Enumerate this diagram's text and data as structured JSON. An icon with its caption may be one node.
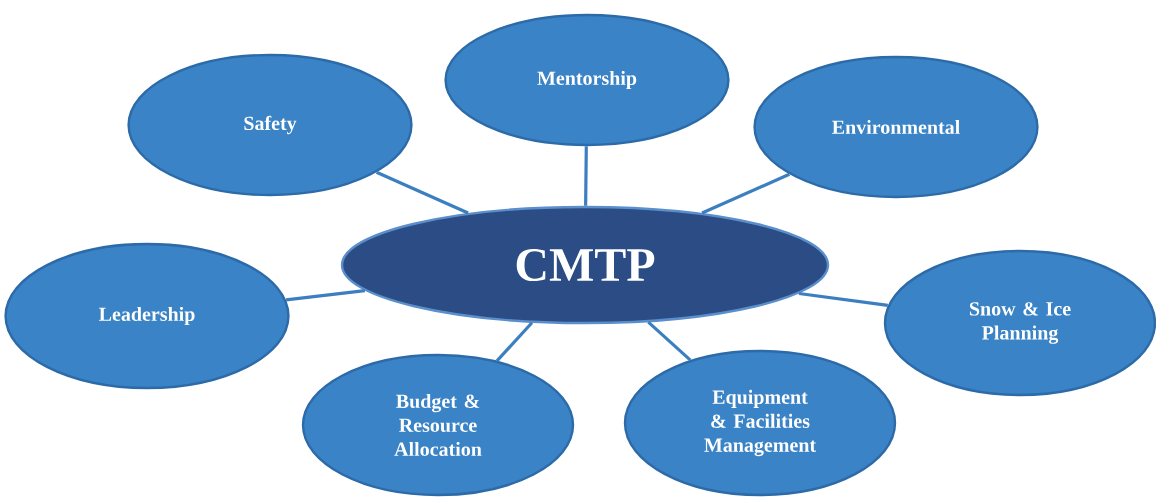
{
  "diagram": {
    "nodes": [
      {
        "text": [
          "CMTP"
        ]
      },
      {
        "text": [
          "Safety"
        ]
      },
      {
        "text": [
          "Mentorship"
        ]
      },
      {
        "text": [
          "Environmental"
        ]
      },
      {
        "text": [
          "Leadership"
        ]
      },
      {
        "text": [
          "Snow & Ice Planning"
        ]
      },
      {
        "text": [
          "Budget & Resource Allocation"
        ]
      },
      {
        "text": [
          "Equipment & Facilities Management"
        ]
      }
    ],
    "edges": [
      {
        "from": 0,
        "to": 1,
        "arrow": "none"
      },
      {
        "from": 0,
        "to": 2,
        "arrow": "none"
      },
      {
        "from": 0,
        "to": 3,
        "arrow": "none"
      },
      {
        "from": 0,
        "to": 4,
        "arrow": "none"
      },
      {
        "from": 0,
        "to": 5,
        "arrow": "none"
      },
      {
        "from": 0,
        "to": 6,
        "arrow": "none"
      },
      {
        "from": 0,
        "to": 7,
        "arrow": "none"
      }
    ]
  }
}
